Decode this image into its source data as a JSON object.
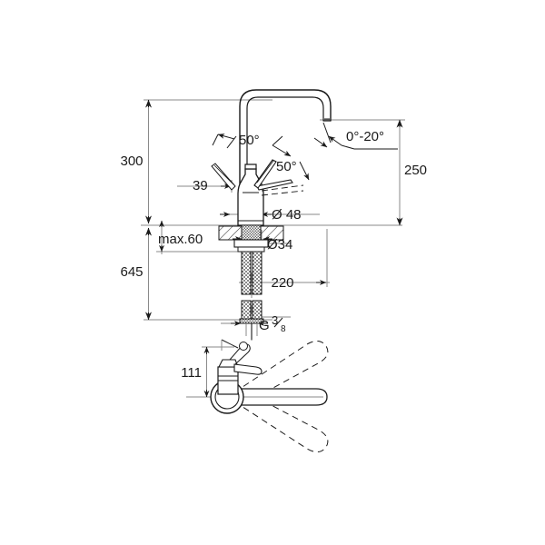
{
  "drawing": {
    "title": "Kitchen mixer tap technical dimension drawing",
    "units": "mm",
    "line_color": "#1a1a1a",
    "dimension_line_color": "#8a8a8a",
    "hatch_color": "#1a1a1a",
    "background": "#ffffff",
    "views": [
      {
        "name": "front-elevation",
        "label": ""
      },
      {
        "name": "top-plan",
        "label": ""
      }
    ]
  },
  "dimensions": {
    "overall_height": "300",
    "lower_depth": "645",
    "spout_height": "250",
    "handle_clearance": "39",
    "deck_thickness": "max.60",
    "base_diameter": "Ø 48",
    "hole_diameter": "Ø34",
    "reach": "220",
    "thread": "G",
    "thread_num": "3",
    "thread_den": "8",
    "plan_height": "111"
  },
  "angles": {
    "handle_left": "50°",
    "handle_right": "50°",
    "spout_tilt": "0°-20°"
  },
  "annotations": {
    "swivel_note": "",
    "hatching": "section-hatch-counter-top"
  }
}
